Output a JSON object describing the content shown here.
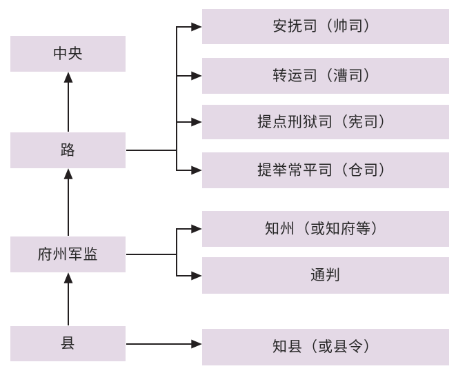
{
  "diagram": {
    "type": "flowchart",
    "left_column": [
      {
        "label": "中央"
      },
      {
        "label": "路"
      },
      {
        "label": "府州军监"
      },
      {
        "label": "县"
      }
    ],
    "right_column": [
      {
        "label": "安抚司（帅司）"
      },
      {
        "label": "转运司（漕司）"
      },
      {
        "label": "提点刑狱司（宪司）"
      },
      {
        "label": "提举常平司（仓司）"
      },
      {
        "label": "知州（或知府等）"
      },
      {
        "label": "通判"
      },
      {
        "label": "知县（或县令）"
      }
    ],
    "edges": [
      {
        "from": "路",
        "to": [
          "中央"
        ],
        "style": "arrow-up"
      },
      {
        "from": "府州军监",
        "to": [
          "路"
        ],
        "style": "arrow-up"
      },
      {
        "from": "县",
        "to": [
          "府州军监"
        ],
        "style": "arrow-up"
      },
      {
        "from": "路",
        "to": [
          "安抚司（帅司）",
          "转运司（漕司）",
          "提点刑狱司（宪司）",
          "提举常平司（仓司）"
        ],
        "style": "branch-right"
      },
      {
        "from": "府州军监",
        "to": [
          "知州（或知府等）",
          "通判"
        ],
        "style": "branch-right"
      },
      {
        "from": "县",
        "to": [
          "知县（或县令）"
        ],
        "style": "arrow-right"
      }
    ],
    "colors": {
      "box_fill": "#e4d9e6",
      "line": "#231f20",
      "text": "#262626",
      "background": "#ffffff"
    }
  }
}
